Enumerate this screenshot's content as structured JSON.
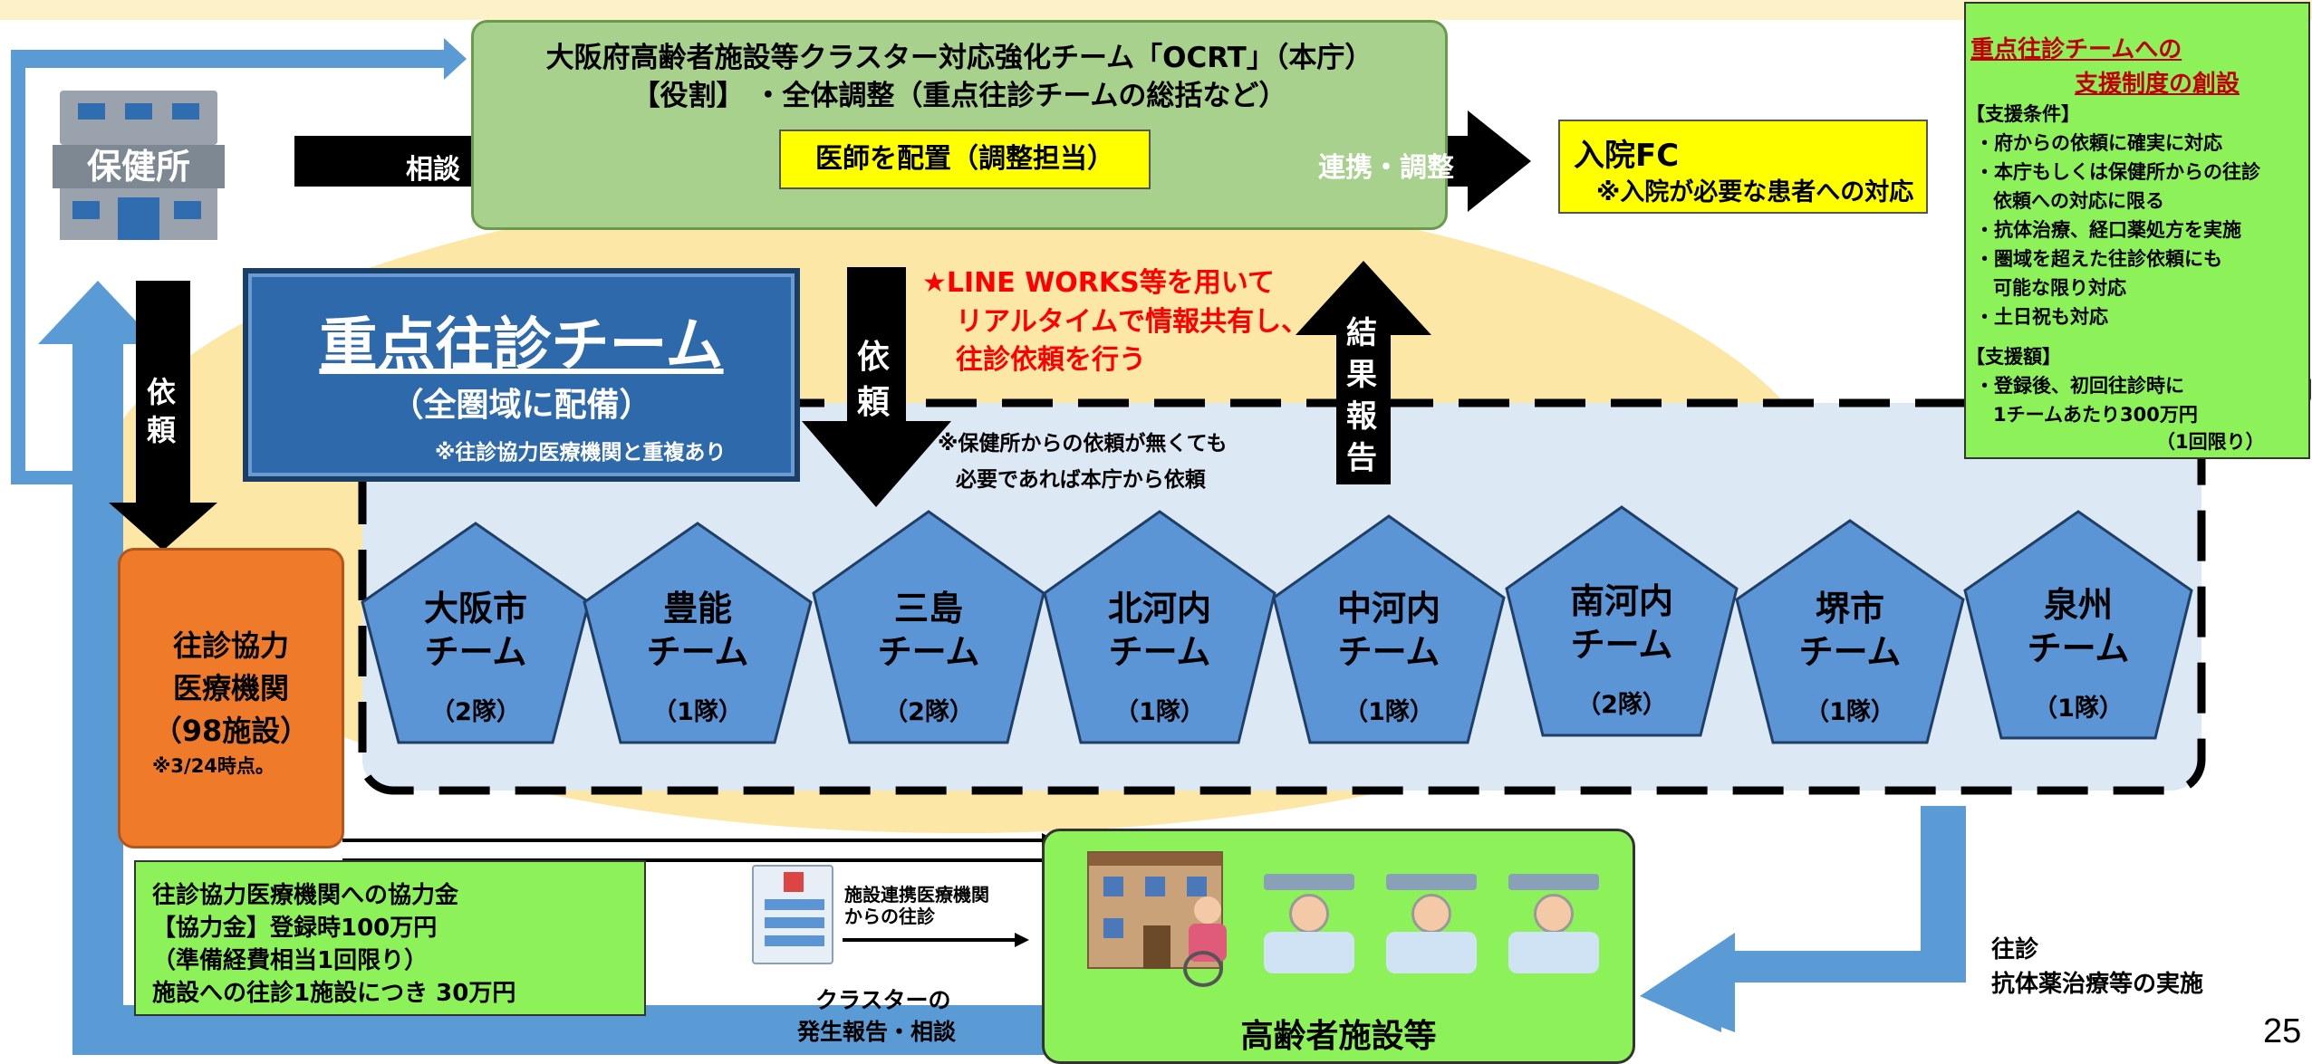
{
  "ocrt": {
    "title": "大阪府高齢者施設等クラスター対応強化チーム「OCRT」（本庁）",
    "role": "【役割】 ・全体調整（重点往診チームの総括など）",
    "doctor": "医師を配置（調整担当）"
  },
  "health_center": {
    "label": "保健所"
  },
  "arrows": {
    "consult": "相談",
    "coordinate": "連携・調整",
    "request_left": [
      "依",
      "頼"
    ],
    "request_center": [
      "依",
      "頼"
    ],
    "result_report": [
      "結",
      "果",
      "報",
      "告"
    ],
    "home_visit_title": "往診",
    "home_visit_detail": "抗体薬治療等の実施",
    "cluster_report_1": "クラスターの",
    "cluster_report_2": "発生報告・相談",
    "facility_visit_1": "施設連携医療機関",
    "facility_visit_2": "からの往診"
  },
  "admission_fc": {
    "title": "入院FC",
    "note": "※入院が必要な患者への対応"
  },
  "line_works": {
    "line1": "★LINE WORKS等を用いて",
    "line2": "リアルタイムで情報共有し、",
    "line3": "往診依頼を行う"
  },
  "team": {
    "title": "重点往診チーム",
    "subtitle": "（全圏域に配備）",
    "note": "※往診協力医療機関と重複あり",
    "request_note_1": "※保健所からの依頼が無くても",
    "request_note_2": "必要であれば本庁から依頼"
  },
  "teams": [
    {
      "name1": "大阪市",
      "name2": "チーム",
      "count": "（2隊）"
    },
    {
      "name1": "豊能",
      "name2": "チーム",
      "count": "（1隊）"
    },
    {
      "name1": "三島",
      "name2": "チーム",
      "count": "（2隊）"
    },
    {
      "name1": "北河内",
      "name2": "チーム",
      "count": "（1隊）"
    },
    {
      "name1": "中河内",
      "name2": "チーム",
      "count": "（1隊）"
    },
    {
      "name1": "南河内",
      "name2": "チーム",
      "count": "（2隊）"
    },
    {
      "name1": "堺市",
      "name2": "チーム",
      "count": "（1隊）"
    },
    {
      "name1": "泉州",
      "name2": "チーム",
      "count": "（1隊）"
    }
  ],
  "cooperating": {
    "line1": "往診協力",
    "line2": "医療機関",
    "line3": "（98施設）",
    "note": "※3/24時点。"
  },
  "cooperation_fee": {
    "line1": "往診協力医療機関への協力金",
    "line2": "【協力金】登録時100万円",
    "line3": "（準備経費相当1回限り）",
    "line4": "施設への往診1施設につき 30万円"
  },
  "support": {
    "title1": "重点往診チームへの",
    "title2": "支援制度の創設",
    "cond_header": "【支援条件】",
    "cond1": "・府からの依頼に確実に対応",
    "cond2a": "・本庁もしくは保健所からの往診",
    "cond2b": "依頼への対応に限る",
    "cond3": "・抗体治療、経口薬処方を実施",
    "cond4a": "・圏域を超えた往診依頼にも",
    "cond4b": "可能な限り対応",
    "cond5": "・土日祝も対応",
    "amount_header": "【支援額】",
    "amount1": "・登録後、初回往診時に",
    "amount2": "1チームあたり300万円",
    "amount3": "（1回限り）"
  },
  "facility": {
    "label": "高齢者施設等"
  },
  "page_number": "25",
  "colors": {
    "light_yellow_ellipse": "#fde7a6",
    "green_box": "#a9d18e",
    "yellow_box": "#ffff00",
    "navy_team": "#2e6aab",
    "pentagon": "#5b95d6",
    "light_blue_area": "#dde8f5",
    "orange_box": "#ef7b2a",
    "lime_note": "#8df25a",
    "blue_arrow": "#5b9bd5",
    "red_text": "#ff0000"
  }
}
